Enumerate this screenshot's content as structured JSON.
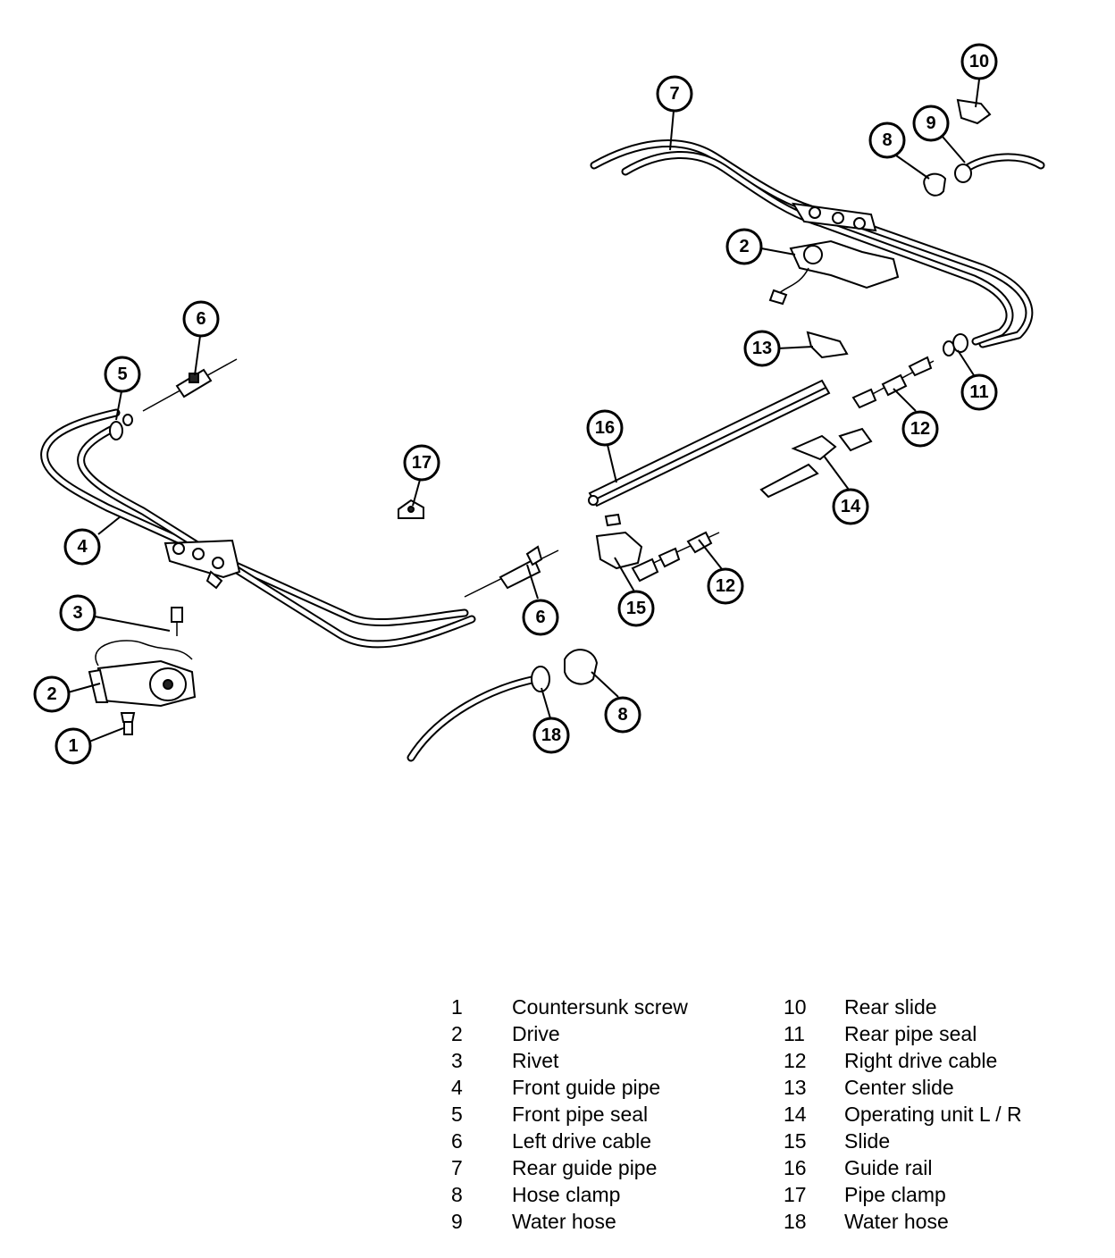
{
  "callouts": {
    "c1": "1",
    "c2a": "2",
    "c2b": "2",
    "c3": "3",
    "c4": "4",
    "c5": "5",
    "c6a": "6",
    "c6b": "6",
    "c7": "7",
    "c8a": "8",
    "c8b": "8",
    "c9": "9",
    "c10": "10",
    "c11": "11",
    "c12a": "12",
    "c12b": "12",
    "c13": "13",
    "c14": "14",
    "c15": "15",
    "c16": "16",
    "c17": "17",
    "c18": "18"
  },
  "legend": {
    "left": [
      {
        "num": "1",
        "label": "Countersunk screw"
      },
      {
        "num": "2",
        "label": "Drive"
      },
      {
        "num": "3",
        "label": "Rivet"
      },
      {
        "num": "4",
        "label": "Front guide pipe"
      },
      {
        "num": "5",
        "label": "Front pipe seal"
      },
      {
        "num": "6",
        "label": "Left drive cable"
      },
      {
        "num": "7",
        "label": "Rear guide pipe"
      },
      {
        "num": "8",
        "label": "Hose clamp"
      },
      {
        "num": "9",
        "label": "Water hose"
      }
    ],
    "right": [
      {
        "num": "10",
        "label": "Rear slide"
      },
      {
        "num": "11",
        "label": "Rear pipe seal"
      },
      {
        "num": "12",
        "label": "Right drive cable"
      },
      {
        "num": "13",
        "label": "Center slide"
      },
      {
        "num": "14",
        "label": "Operating unit L / R"
      },
      {
        "num": "15",
        "label": "Slide"
      },
      {
        "num": "16",
        "label": "Guide rail"
      },
      {
        "num": "17",
        "label": "Pipe clamp"
      },
      {
        "num": "18",
        "label": "Water hose"
      }
    ]
  }
}
